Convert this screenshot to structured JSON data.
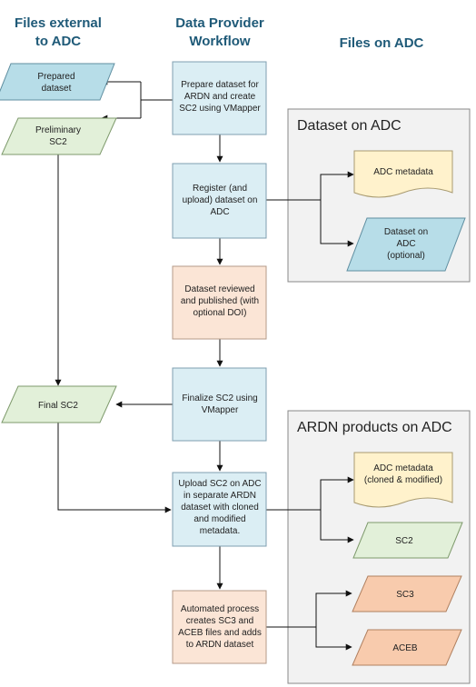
{
  "headers": {
    "external": [
      "Files external",
      "to ADC"
    ],
    "workflow": [
      "Data Provider",
      "Workflow"
    ],
    "on_adc": [
      "Files on ADC"
    ]
  },
  "groups": {
    "dataset": "Dataset on ADC",
    "products": "ARDN products on ADC"
  },
  "colors": {
    "header_text": "#1f5a78",
    "blue_fill": "#dbeef4",
    "blue_para": "#b7dde8",
    "orange_fill": "#fbe5d6",
    "orange_para": "#f8cbad",
    "green_para": "#e2f0d9",
    "yellow_doc": "#fff2cc",
    "group_bg": "#f2f2f2"
  },
  "nodes": {
    "prepare": [
      "Prepare dataset for",
      "ARDN and create",
      "SC2 using VMapper"
    ],
    "register": [
      "Register (and",
      "upload) dataset on",
      "ADC"
    ],
    "reviewed": [
      "Dataset reviewed",
      "and published (with",
      "optional DOI)"
    ],
    "finalize": [
      "Finalize SC2 using",
      "VMapper"
    ],
    "upload_sc2": [
      "Upload SC2 on ADC",
      "in separate ARDN",
      "dataset with cloned",
      "and modified",
      "metadata."
    ],
    "automated": [
      "Automated process",
      "creates SC3 and",
      "ACEB files and adds",
      "to ARDN dataset"
    ],
    "prepared_dataset": [
      "Prepared",
      "dataset"
    ],
    "preliminary_sc2": [
      "Preliminary",
      "SC2"
    ],
    "final_sc2": [
      "Final SC2"
    ],
    "adc_metadata_1": [
      "ADC metadata"
    ],
    "dataset_on_adc": [
      "Dataset on",
      "ADC",
      "(optional)"
    ],
    "adc_metadata_2": [
      "ADC metadata",
      "(cloned & modified)"
    ],
    "sc2_out": [
      "SC2"
    ],
    "sc3_out": [
      "SC3"
    ],
    "aceb_out": [
      "ACEB"
    ]
  }
}
